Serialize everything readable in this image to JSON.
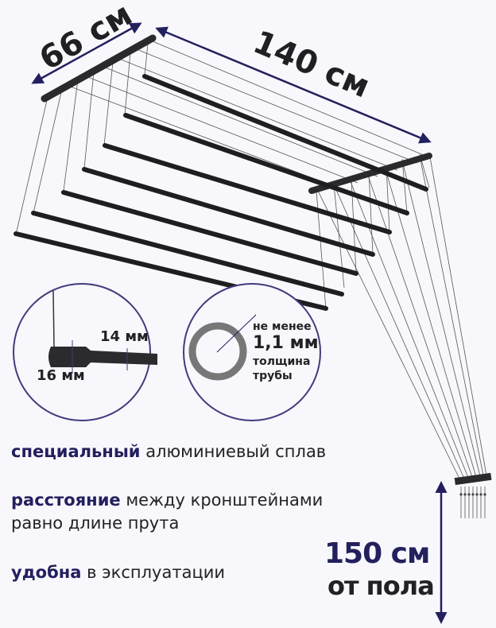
{
  "dimensions": {
    "width_label": "66 см",
    "length_label": "140 см",
    "height_value": "150 см",
    "height_caption": "от пола"
  },
  "detail_rod": {
    "outer_diameter": "16 мм",
    "inner_diameter": "14 мм"
  },
  "detail_tube": {
    "line1": "не менее",
    "line2": "1,1 мм",
    "line3": "толщина",
    "line4": "трубы"
  },
  "features": [
    {
      "bold": "специальный",
      "rest": " алюминиевый сплав"
    },
    {
      "bold": "расстояние",
      "rest": " между кронштейнами",
      "line2": "равно длине прута"
    },
    {
      "bold": "удобна",
      "rest": " в эксплуатации"
    }
  ],
  "colors": {
    "accent": "#23205e",
    "text": "#222226",
    "rod": "#1e1e20",
    "background": "#f8f7fc"
  }
}
